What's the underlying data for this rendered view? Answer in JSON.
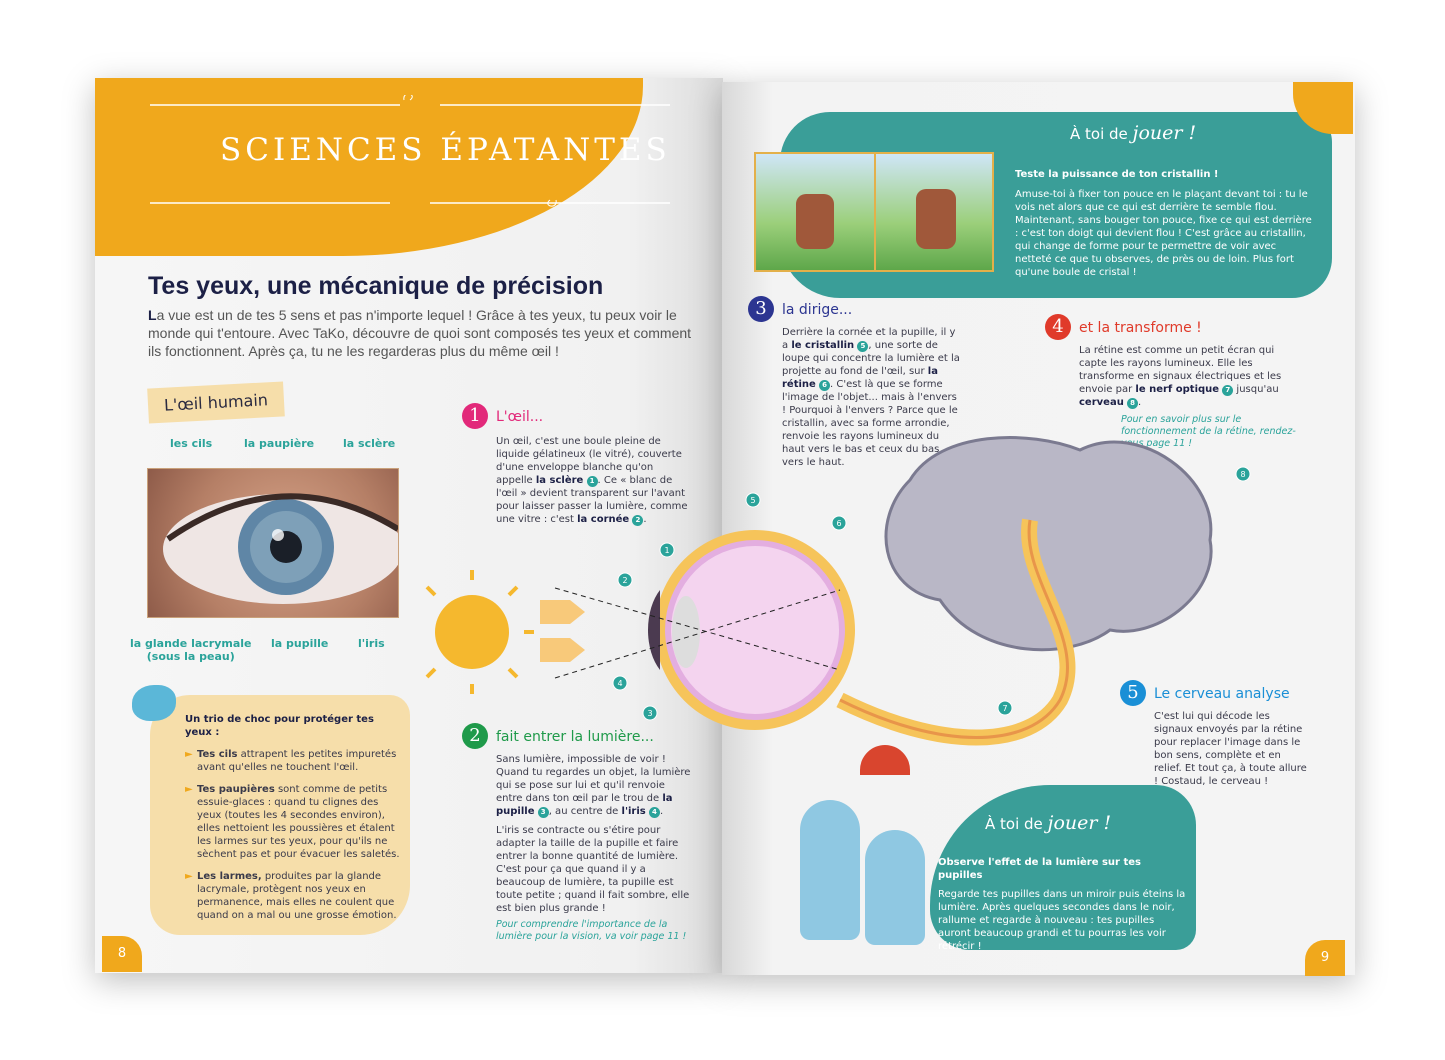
{
  "header": {
    "title": "Sciences épatantes"
  },
  "left": {
    "heading": "Tes yeux, une mécanique de précision",
    "intro_first_letter": "L",
    "intro": "a vue est un de tes 5 sens et pas n'importe lequel ! Grâce à tes yeux, tu peux voir le monde qui t'entoure. Avec TaKo, découvre de quoi sont composés tes yeux et comment ils fonctionnent. Après ça, tu ne les regarderas plus du même œil !",
    "eye_tag": "L'œil humain",
    "eye_labels": {
      "cils": "les cils",
      "paupiere": "la paupière",
      "sclere": "la sclère",
      "glande": "la glande lacrymale",
      "glande_sub": "(sous la peau)",
      "pupille": "la pupille",
      "iris": "l'iris"
    },
    "trio": {
      "title": "Un trio de choc pour protéger tes yeux :",
      "items": [
        {
          "bold": "Tes cils",
          "text": " attrapent les petites impuretés avant qu'elles ne touchent l'œil."
        },
        {
          "bold": "Tes paupières",
          "text": " sont comme de petits essuie-glaces : quand tu clignes des yeux (toutes les 4 secondes environ), elles nettoient les poussières et étalent les larmes sur tes yeux, pour qu'ils ne sèchent pas et pour évacuer les saletés."
        },
        {
          "bold": "Les larmes,",
          "text": " produites par la glande lacrymale, protègent nos yeux en permanence, mais elles ne coulent que quand on a mal ou une grosse émotion."
        }
      ]
    },
    "page_number": "8"
  },
  "sections": [
    {
      "num": "1",
      "color": "#e2297a",
      "title": "L'œil...",
      "p1": "Un œil, c'est une boule pleine de liquide gélatineux (le vitré), couverte d'une enveloppe blanche qu'on appelle ",
      "b1": "la sclère",
      "d1": "1",
      "p2": ". Ce « blanc de l'œil » devient transparent sur l'avant pour laisser passer la lumière, comme une vitre : c'est ",
      "b2": "la cornée",
      "d2": "2"
    },
    {
      "num": "2",
      "color": "#1f9a4a",
      "title": "fait entrer la lumière...",
      "p1": "Sans lumière, impossible de voir ! Quand tu regardes un objet, la lumière qui se pose sur lui et qu'il renvoie entre dans ton œil par le trou de ",
      "b1": "la pupille",
      "d1": "3",
      "p2": ", au centre de ",
      "b2": "l'iris",
      "d2": "4",
      "p3": "L'iris se contracte ou s'étire pour adapter la taille de la pupille et faire entrer la bonne quantité de lumière. C'est pour ça que quand il y a beaucoup de lumière, ta pupille est toute petite ; quand il fait sombre, elle est bien plus grande !",
      "note": "Pour comprendre l'importance de la lumière pour la vision, va voir page 11 !"
    },
    {
      "num": "3",
      "color": "#2c3591",
      "title": "la dirige...",
      "p1": "Derrière la cornée et la pupille, il y a ",
      "b1": "le cristallin",
      "d1": "5",
      "p2": ", une sorte de loupe qui concentre la lumière et la projette au fond de l'œil, sur ",
      "b2": "la rétine",
      "d2": "6",
      "p3": ". C'est là que se forme l'image de l'objet... mais à l'envers ! Pourquoi à l'envers ? Parce que le cristallin, avec sa forme arrondie, renvoie les rayons lumineux du haut vers le bas et ceux du bas vers le haut."
    },
    {
      "num": "4",
      "color": "#e03a2a",
      "title": "et la transforme !",
      "p1": "La rétine est comme un petit écran qui capte les rayons lumineux. Elle les transforme en signaux électriques et les envoie par ",
      "b1": "le nerf optique",
      "d1": "7",
      "p2": " jusqu'au ",
      "b2": "cerveau",
      "d2": "8",
      "note": "Pour en savoir plus sur le fonctionnement de la rétine, rendez-vous page 11 !"
    },
    {
      "num": "5",
      "color": "#1a8fd6",
      "title": "Le cerveau analyse",
      "p1": "C'est lui qui décode les signaux envoyés par la rétine pour replacer l'image dans le bon sens, complète et en relief. Et tout ça, à toute allure ! Costaud, le cerveau !"
    }
  ],
  "diagram_markers": [
    "1",
    "2",
    "3",
    "4",
    "5",
    "6",
    "7",
    "8"
  ],
  "play1": {
    "pre": "À toi de ",
    "script": "jouer !",
    "subtitle": "Teste la puissance de ton cristallin !",
    "text": "Amuse-toi à fixer ton pouce en le plaçant devant toi : tu le vois net alors que ce qui est derrière te semble flou. Maintenant, sans bouger ton pouce, fixe ce qui est derrière : c'est ton doigt qui devient flou ! C'est grâce au cristallin, qui change de forme pour te permettre de voir avec netteté ce que tu observes, de près ou de loin. Plus fort qu'une boule de cristal !"
  },
  "play2": {
    "pre": "À toi de ",
    "script": "jouer !",
    "subtitle": "Observe l'effet de la lumière sur tes pupilles",
    "text": "Regarde tes pupilles dans un miroir puis éteins la lumière. Après quelques secondes dans le noir, rallume et regarde à nouveau : tes pupilles auront beaucoup grandi et tu pourras les voir rétrécir !"
  },
  "right": {
    "page_number": "9"
  },
  "colors": {
    "orange": "#f0a81c",
    "teal": "#3a9e98",
    "navy": "#1c2046"
  }
}
